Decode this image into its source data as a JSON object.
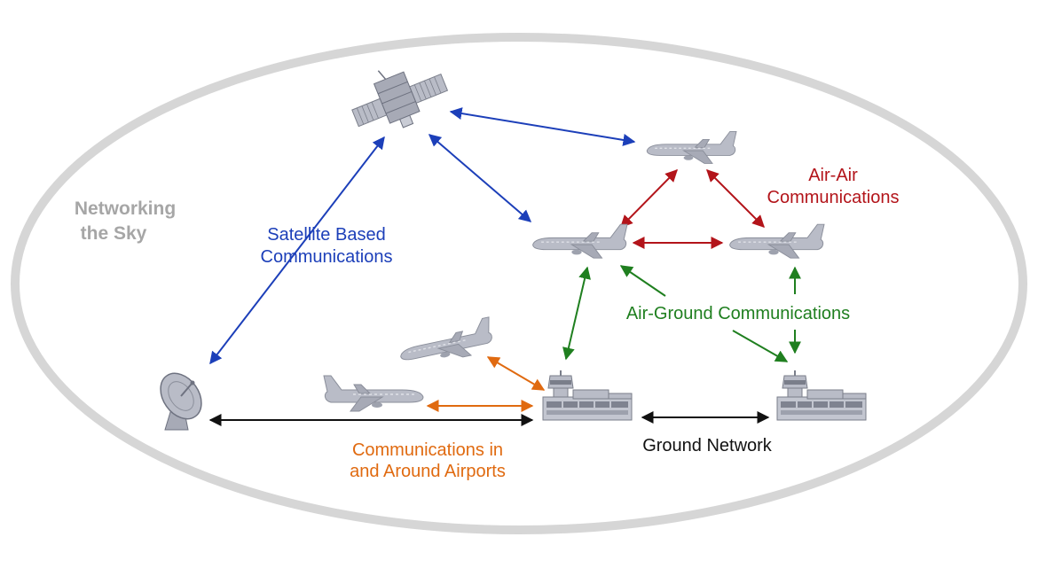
{
  "title": {
    "line1": "Networking",
    "line2": "the Sky",
    "color": "#a6a6a6"
  },
  "labels": {
    "satellite": {
      "line1": "Satellite Based",
      "line2": "Communications",
      "color": "#1c3fb9"
    },
    "air_air": {
      "line1": "Air-Air",
      "line2": "Communications",
      "color": "#b3141a"
    },
    "air_ground": {
      "text": "Air-Ground Communications",
      "color": "#1f7f1f"
    },
    "airports": {
      "line1": "Communications in",
      "line2": "and Around Airports",
      "color": "#e06a10"
    },
    "ground": {
      "text": "Ground Network",
      "color": "#111111"
    }
  },
  "colors": {
    "ellipse": "#d6d6d6",
    "icon_fill": "#b9bcc7",
    "icon_stroke": "#8a8e9a",
    "satellite_link": "#1c3fb9",
    "air_air_link": "#b3141a",
    "air_ground_link": "#1f7f1f",
    "airport_link": "#e06a10",
    "ground_link": "#111111"
  },
  "nodes": [
    "satellite-icon",
    "ground-antenna-icon",
    "airplane-icon",
    "control-tower-icon"
  ]
}
